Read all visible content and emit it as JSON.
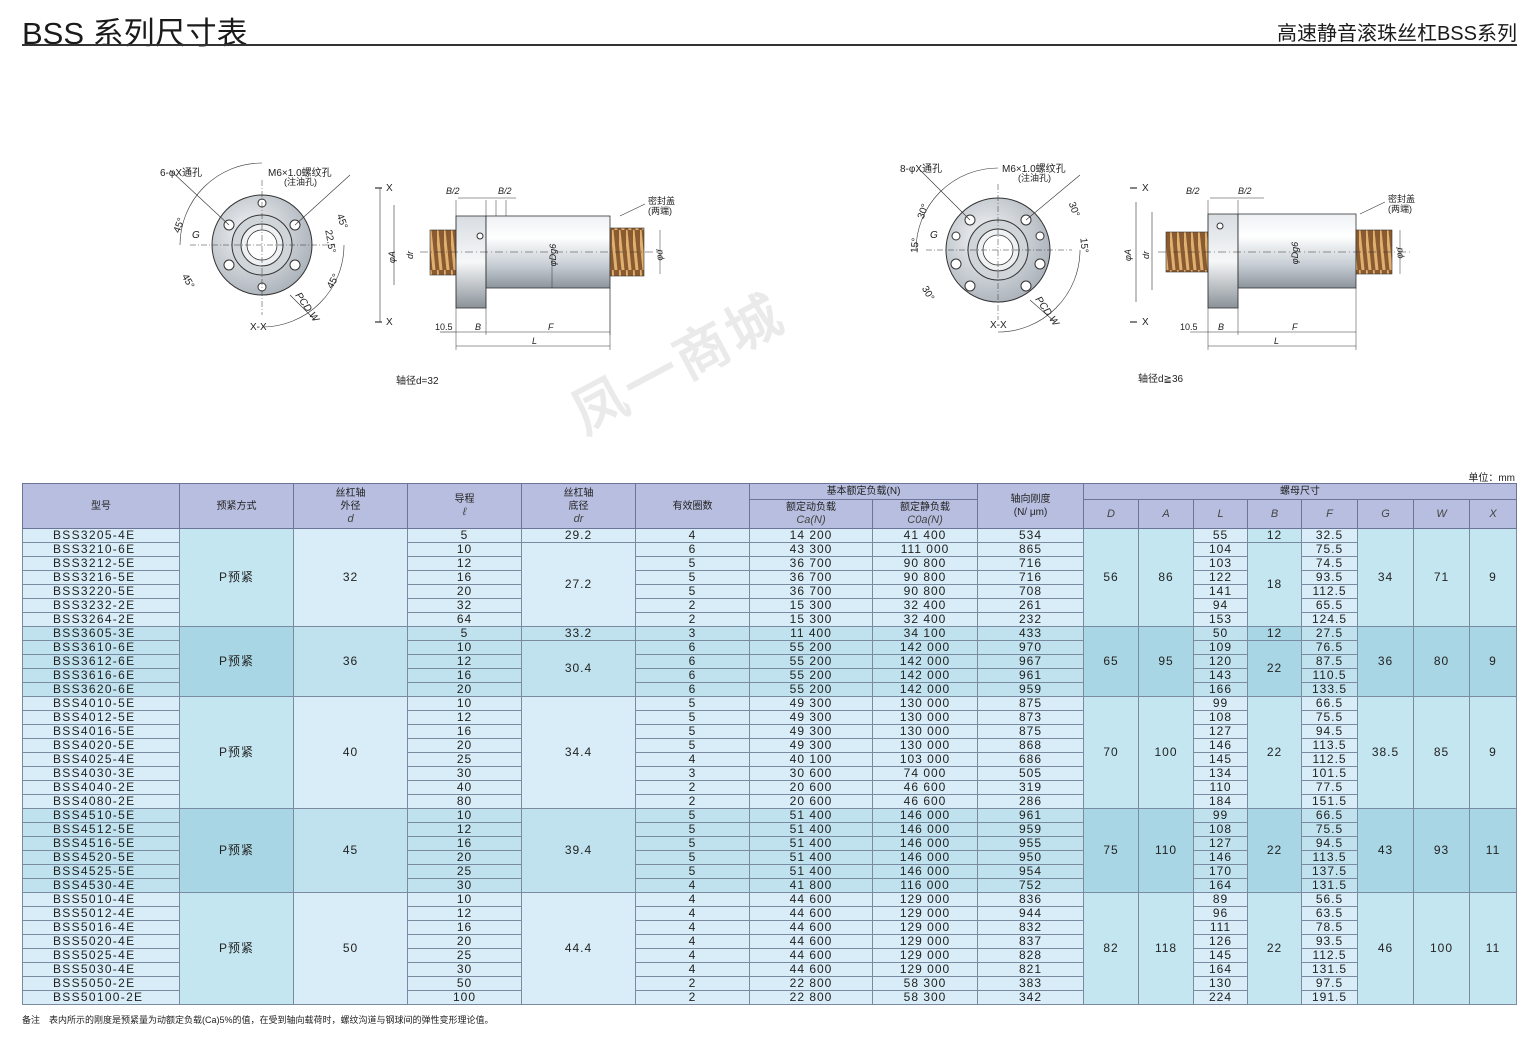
{
  "header": {
    "title": "BSS 系列尺寸表",
    "series": "高速静音滚珠丝杠BSS系列"
  },
  "drawings": {
    "left": {
      "holes": "6-φX通孔",
      "tap": "M6×1.0螺纹孔",
      "tap_note": "(注油孔)",
      "seal": "密封盖",
      "seal_note": "(两端)",
      "section": "X-X",
      "caption": "轴径d=32",
      "dims": {
        "b2a": "B/2",
        "b2b": "B/2",
        "l105": "10.5",
        "b": "B",
        "f": "F",
        "l": "L",
        "x_top": "X",
        "x_bot": "X",
        "phiA": "φA",
        "dr": "dr",
        "phiD": "φDg6",
        "phid": "φd",
        "g": "G",
        "pcd": "PCD W",
        "ang1": "45°",
        "ang2": "45°",
        "ang3": "45°",
        "ang4": "45°",
        "ang5": "22.5°"
      }
    },
    "right": {
      "holes": "8-φX通孔",
      "tap": "M6×1.0螺纹孔",
      "tap_note": "(注油孔)",
      "seal": "密封盖",
      "seal_note": "(两端)",
      "section": "X-X",
      "caption": "轴径d≧36",
      "dims": {
        "b2a": "B/2",
        "b2b": "B/2",
        "l105": "10.5",
        "b": "B",
        "f": "F",
        "l": "L",
        "x_top": "X",
        "x_bot": "X",
        "phiA": "φA",
        "dr": "dr",
        "phiD": "φDg6",
        "phid": "φd",
        "g": "G",
        "pcd": "PCD W",
        "ang1": "30°",
        "ang2": "30°",
        "ang3": "15°",
        "ang4": "15°",
        "ang5": "30°"
      }
    }
  },
  "watermark": "凤一商城",
  "unit": "单位：mm",
  "table": {
    "headers": {
      "model": "型号",
      "preload": "预紧方式",
      "shaft_od": "丝杠轴",
      "shaft_od2": "外径",
      "shaft_od_sym": "d",
      "lead": "导程",
      "lead_sym": "ℓ",
      "root": "丝杠轴",
      "root2": "底径",
      "root_sym": "dr",
      "turns": "有效圈数",
      "load": "基本额定负载(N)",
      "dyn": "额定动负载",
      "dyn_sym": "Ca(N)",
      "stat": "额定静负载",
      "stat_sym": "C0a(N)",
      "stiff": "轴向刚度",
      "stiff_unit": "(N/ μm)",
      "nut": "螺母尺寸",
      "D": "D",
      "A": "A",
      "L": "L",
      "B": "B",
      "F": "F",
      "G": "G",
      "W": "W",
      "X": "X"
    },
    "groups": [
      {
        "preload": "P预紧",
        "d": "32",
        "D": "56",
        "A": "86",
        "G": "34",
        "W": "71",
        "X": "9",
        "dr": [
          {
            "v": "29.2",
            "span": 1
          },
          {
            "v": "27.2",
            "span": 6
          }
        ],
        "B": [
          {
            "v": "12",
            "span": 1
          },
          {
            "v": "18",
            "span": 6
          }
        ],
        "rows": [
          [
            "BSS3205-4E",
            "5",
            "4",
            "14 200",
            "41 400",
            "534",
            "55",
            "32.5"
          ],
          [
            "BSS3210-6E",
            "10",
            "6",
            "43 300",
            "111 000",
            "865",
            "104",
            "75.5"
          ],
          [
            "BSS3212-5E",
            "12",
            "5",
            "36 700",
            "90 800",
            "716",
            "103",
            "74.5"
          ],
          [
            "BSS3216-5E",
            "16",
            "5",
            "36 700",
            "90 800",
            "716",
            "122",
            "93.5"
          ],
          [
            "BSS3220-5E",
            "20",
            "5",
            "36 700",
            "90 800",
            "708",
            "141",
            "112.5"
          ],
          [
            "BSS3232-2E",
            "32",
            "2",
            "15 300",
            "32 400",
            "261",
            "94",
            "65.5"
          ],
          [
            "BSS3264-2E",
            "64",
            "2",
            "15 300",
            "32 400",
            "232",
            "153",
            "124.5"
          ]
        ]
      },
      {
        "preload": "P预紧",
        "d": "36",
        "D": "65",
        "A": "95",
        "G": "36",
        "W": "80",
        "X": "9",
        "dr": [
          {
            "v": "33.2",
            "span": 1
          },
          {
            "v": "30.4",
            "span": 4
          }
        ],
        "B": [
          {
            "v": "12",
            "span": 1
          },
          {
            "v": "22",
            "span": 4
          }
        ],
        "rows": [
          [
            "BSS3605-3E",
            "5",
            "3",
            "11 400",
            "34 100",
            "433",
            "50",
            "27.5"
          ],
          [
            "BSS3610-6E",
            "10",
            "6",
            "55 200",
            "142 000",
            "970",
            "109",
            "76.5"
          ],
          [
            "BSS3612-6E",
            "12",
            "6",
            "55 200",
            "142 000",
            "967",
            "120",
            "87.5"
          ],
          [
            "BSS3616-6E",
            "16",
            "6",
            "55 200",
            "142 000",
            "961",
            "143",
            "110.5"
          ],
          [
            "BSS3620-6E",
            "20",
            "6",
            "55 200",
            "142 000",
            "959",
            "166",
            "133.5"
          ]
        ]
      },
      {
        "preload": "P预紧",
        "d": "40",
        "D": "70",
        "A": "100",
        "G": "38.5",
        "W": "85",
        "X": "9",
        "dr": [
          {
            "v": "34.4",
            "span": 8
          }
        ],
        "B": [
          {
            "v": "22",
            "span": 8
          }
        ],
        "rows": [
          [
            "BSS4010-5E",
            "10",
            "5",
            "49 300",
            "130 000",
            "875",
            "99",
            "66.5"
          ],
          [
            "BSS4012-5E",
            "12",
            "5",
            "49 300",
            "130 000",
            "873",
            "108",
            "75.5"
          ],
          [
            "BSS4016-5E",
            "16",
            "5",
            "49 300",
            "130 000",
            "875",
            "127",
            "94.5"
          ],
          [
            "BSS4020-5E",
            "20",
            "5",
            "49 300",
            "130 000",
            "868",
            "146",
            "113.5"
          ],
          [
            "BSS4025-4E",
            "25",
            "4",
            "40 100",
            "103 000",
            "686",
            "145",
            "112.5"
          ],
          [
            "BSS4030-3E",
            "30",
            "3",
            "30 600",
            "74 000",
            "505",
            "134",
            "101.5"
          ],
          [
            "BSS4040-2E",
            "40",
            "2",
            "20 600",
            "46 600",
            "319",
            "110",
            "77.5"
          ],
          [
            "BSS4080-2E",
            "80",
            "2",
            "20 600",
            "46 600",
            "286",
            "184",
            "151.5"
          ]
        ]
      },
      {
        "preload": "P预紧",
        "d": "45",
        "D": "75",
        "A": "110",
        "G": "43",
        "W": "93",
        "X": "11",
        "dr": [
          {
            "v": "39.4",
            "span": 6
          }
        ],
        "B": [
          {
            "v": "22",
            "span": 6
          }
        ],
        "rows": [
          [
            "BSS4510-5E",
            "10",
            "5",
            "51 400",
            "146 000",
            "961",
            "99",
            "66.5"
          ],
          [
            "BSS4512-5E",
            "12",
            "5",
            "51 400",
            "146 000",
            "959",
            "108",
            "75.5"
          ],
          [
            "BSS4516-5E",
            "16",
            "5",
            "51 400",
            "146 000",
            "955",
            "127",
            "94.5"
          ],
          [
            "BSS4520-5E",
            "20",
            "5",
            "51 400",
            "146 000",
            "950",
            "146",
            "113.5"
          ],
          [
            "BSS4525-5E",
            "25",
            "5",
            "51 400",
            "146 000",
            "954",
            "170",
            "137.5"
          ],
          [
            "BSS4530-4E",
            "30",
            "4",
            "41 800",
            "116 000",
            "752",
            "164",
            "131.5"
          ]
        ]
      },
      {
        "preload": "P预紧",
        "d": "50",
        "D": "82",
        "A": "118",
        "G": "46",
        "W": "100",
        "X": "11",
        "dr": [
          {
            "v": "44.4",
            "span": 8
          }
        ],
        "B": [
          {
            "v": "22",
            "span": 8
          }
        ],
        "rows": [
          [
            "BSS5010-4E",
            "10",
            "4",
            "44 600",
            "129 000",
            "836",
            "89",
            "56.5"
          ],
          [
            "BSS5012-4E",
            "12",
            "4",
            "44 600",
            "129 000",
            "944",
            "96",
            "63.5"
          ],
          [
            "BSS5016-4E",
            "16",
            "4",
            "44 600",
            "129 000",
            "832",
            "111",
            "78.5"
          ],
          [
            "BSS5020-4E",
            "20",
            "4",
            "44 600",
            "129 000",
            "837",
            "126",
            "93.5"
          ],
          [
            "BSS5025-4E",
            "25",
            "4",
            "44 600",
            "129 000",
            "828",
            "145",
            "112.5"
          ],
          [
            "BSS5030-4E",
            "30",
            "4",
            "44 600",
            "129 000",
            "821",
            "164",
            "131.5"
          ],
          [
            "BSS5050-2E",
            "50",
            "2",
            "22 800",
            "58 300",
            "383",
            "130",
            "97.5"
          ],
          [
            "BSS50100-2E",
            "100",
            "2",
            "22 800",
            "58 300",
            "342",
            "224",
            "191.5"
          ]
        ]
      }
    ]
  },
  "note": "备注　表内所示的刚度是预紧量为动额定负载(Ca)5%的值，在受到轴向载荷时，螺纹沟道与钢球间的弹性变形理论值。",
  "colors": {
    "header_bg": "#b7bedf",
    "row_light": "#d8edf7",
    "row_dark": "#bfe2ee",
    "border": "#7a8aa0"
  }
}
